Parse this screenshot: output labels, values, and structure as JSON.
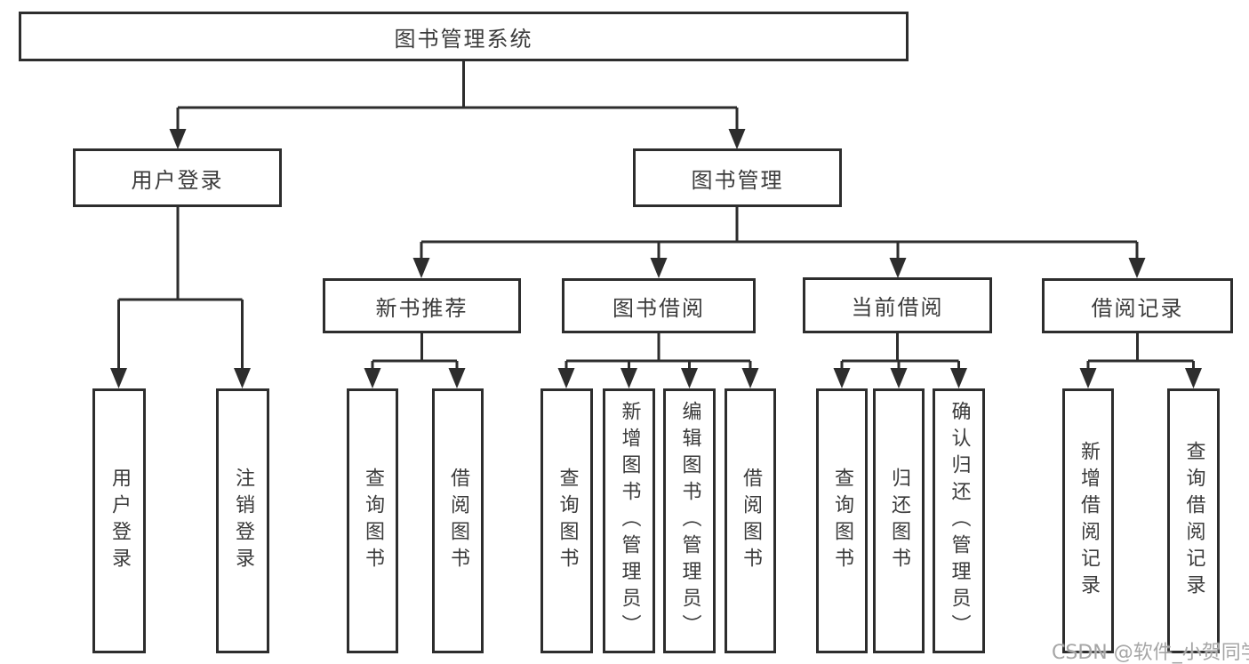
{
  "diagram_type": "hierarchy-tree",
  "title": "图书管理系统",
  "watermark": "CSDN @软件_小贺同学",
  "colors": {
    "line": "#2d2d2d",
    "box_border": "#2d2d2d",
    "text": "#3b3b3b",
    "background": "#ffffff",
    "watermark": "#a6a6a6"
  },
  "nodes": {
    "root": {
      "label": "图书管理系统",
      "children": [
        "user_login",
        "book_mgmt"
      ]
    },
    "user_login": {
      "label": "用户登录",
      "children": [
        "ul_login",
        "ul_logout"
      ]
    },
    "book_mgmt": {
      "label": "图书管理",
      "children": [
        "new_book_rec",
        "book_borrow",
        "current_borrow",
        "borrow_record"
      ]
    },
    "new_book_rec": {
      "label": "新书推荐",
      "children": [
        "nb_query",
        "nb_borrow"
      ]
    },
    "book_borrow": {
      "label": "图书借阅",
      "children": [
        "bb_query",
        "bb_add",
        "bb_edit",
        "bb_borrow"
      ]
    },
    "current_borrow": {
      "label": "当前借阅",
      "children": [
        "cb_query",
        "cb_return",
        "cb_confirm"
      ]
    },
    "borrow_record": {
      "label": "借阅记录",
      "children": [
        "br_add",
        "br_query"
      ]
    },
    "ul_login": {
      "label": "用户登录"
    },
    "ul_logout": {
      "label": "注销登录"
    },
    "nb_query": {
      "label": "查询图书"
    },
    "nb_borrow": {
      "label": "借阅图书"
    },
    "bb_query": {
      "label": "查询图书"
    },
    "bb_add": {
      "label": "新增图书（管理员）"
    },
    "bb_edit": {
      "label": "编辑图书（管理员）"
    },
    "bb_borrow": {
      "label": "借阅图书"
    },
    "cb_query": {
      "label": "查询图书"
    },
    "cb_return": {
      "label": "归还图书"
    },
    "cb_confirm": {
      "label": "确认归还（管理员）"
    },
    "br_add": {
      "label": "新增借阅记录"
    },
    "br_query": {
      "label": "查询借阅记录"
    }
  }
}
